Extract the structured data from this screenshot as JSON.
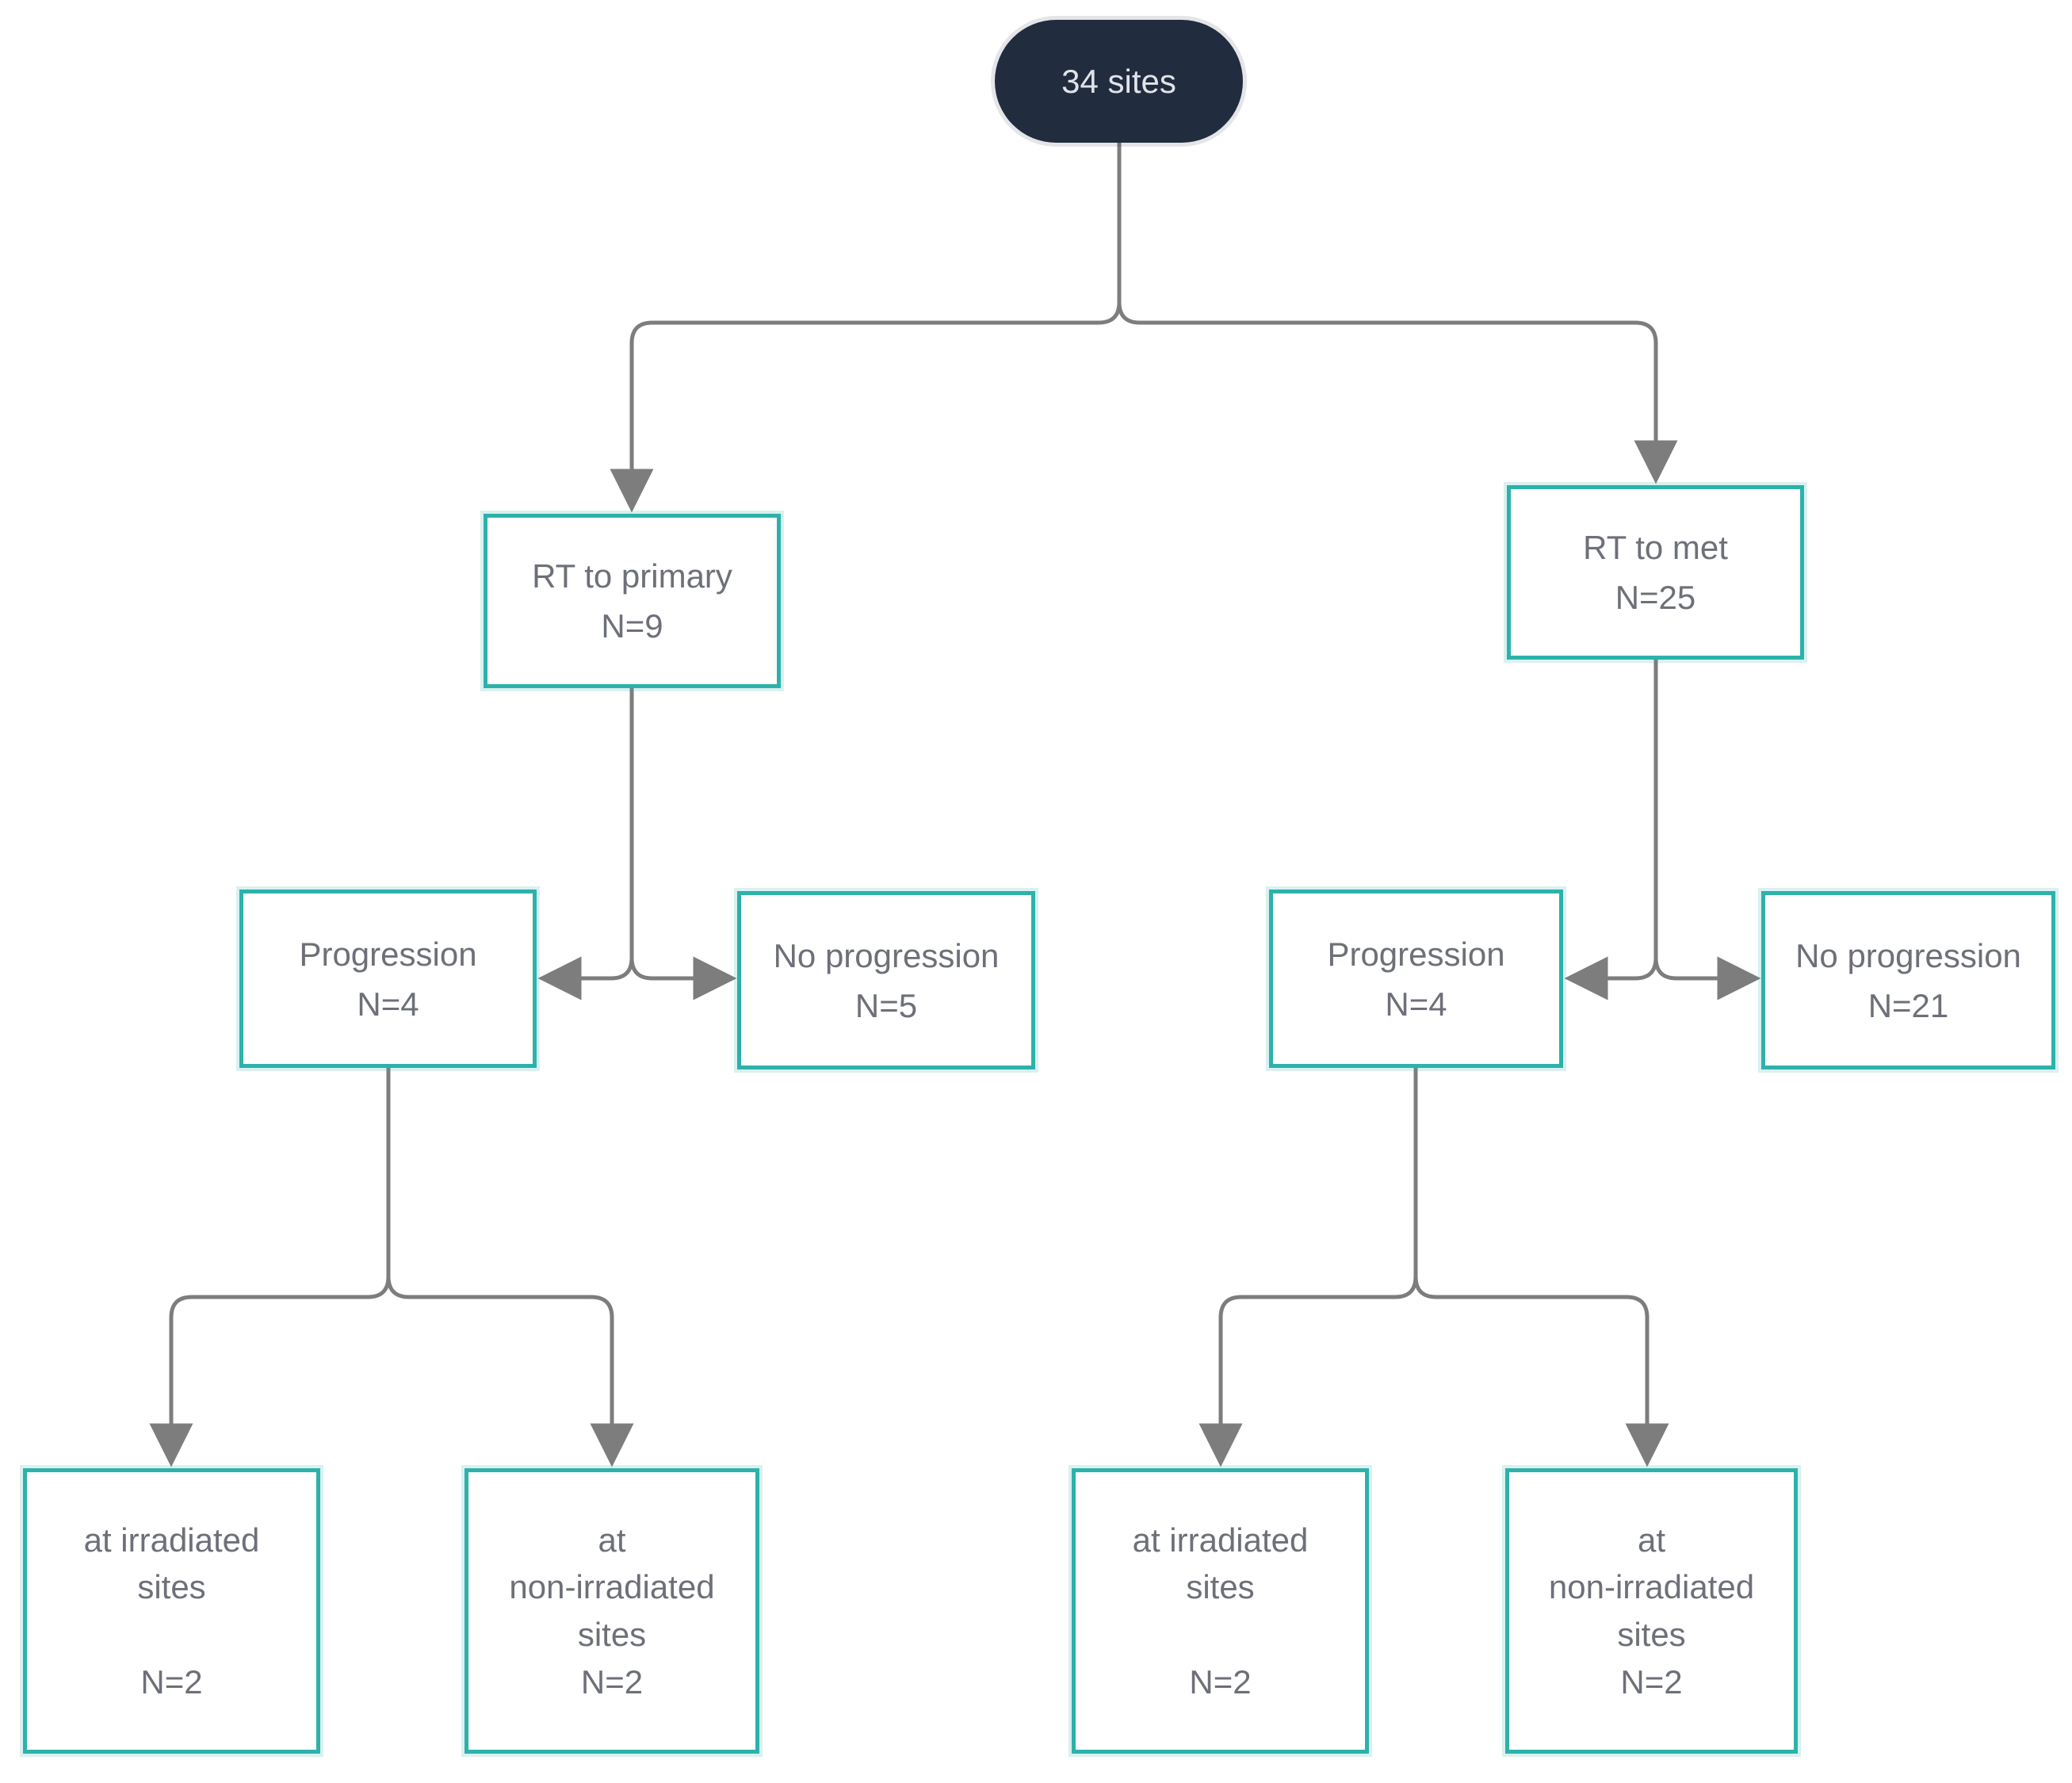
{
  "diagram": {
    "type": "flowchart",
    "colors": {
      "node_border_teal": "#2cb2aa",
      "root_background_navy": "#212c3e",
      "root_text": "#e0e4ea",
      "node_text_gray": "#6d7078",
      "connector_gray": "#7d7d7d"
    },
    "nodes": {
      "root": {
        "label": "34 sites"
      },
      "rt_primary": {
        "label": "RT to primary\nN=9"
      },
      "rt_met": {
        "label": "RT to met\nN=25"
      },
      "progression_primary": {
        "label": "Progression\nN=4"
      },
      "no_progression_primary": {
        "label": "No progression\nN=5"
      },
      "progression_met": {
        "label": "Progression\nN=4"
      },
      "no_progression_met": {
        "label": "No progression\nN=21"
      },
      "irradiated_primary": {
        "label": "at irradiated\nsites\n\nN=2"
      },
      "non_irradiated_primary": {
        "label": "at\nnon-irradiated\nsites\nN=2"
      },
      "irradiated_met": {
        "label": "at irradiated\nsites\n\nN=2"
      },
      "non_irradiated_met": {
        "label": "at\nnon-irradiated\nsites\nN=2"
      }
    }
  }
}
